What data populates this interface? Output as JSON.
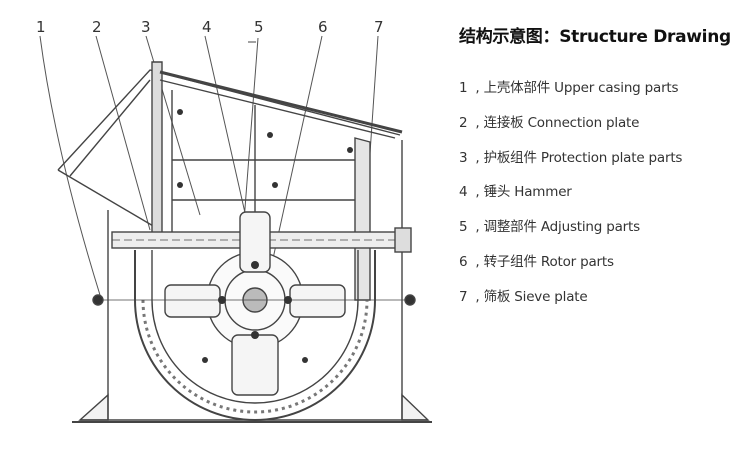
{
  "legend": {
    "title": "结构示意图：Structure Drawing",
    "items": [
      {
        "number": "1",
        "label": "上壳体部件 Upper casing parts"
      },
      {
        "number": "2",
        "label": "连接板 Connection plate"
      },
      {
        "number": "3",
        "label": "护板组件 Protection plate parts"
      },
      {
        "number": "4",
        "label": "锤头 Hammer"
      },
      {
        "number": "5",
        "label": "调整部件 Adjusting parts"
      },
      {
        "number": "6",
        "label": "转子组件 Rotor parts"
      },
      {
        "number": "7",
        "label": "筛板 Sieve plate"
      }
    ]
  },
  "callouts": [
    "1",
    "2",
    "3",
    "4",
    "5",
    "6",
    "7"
  ]
}
